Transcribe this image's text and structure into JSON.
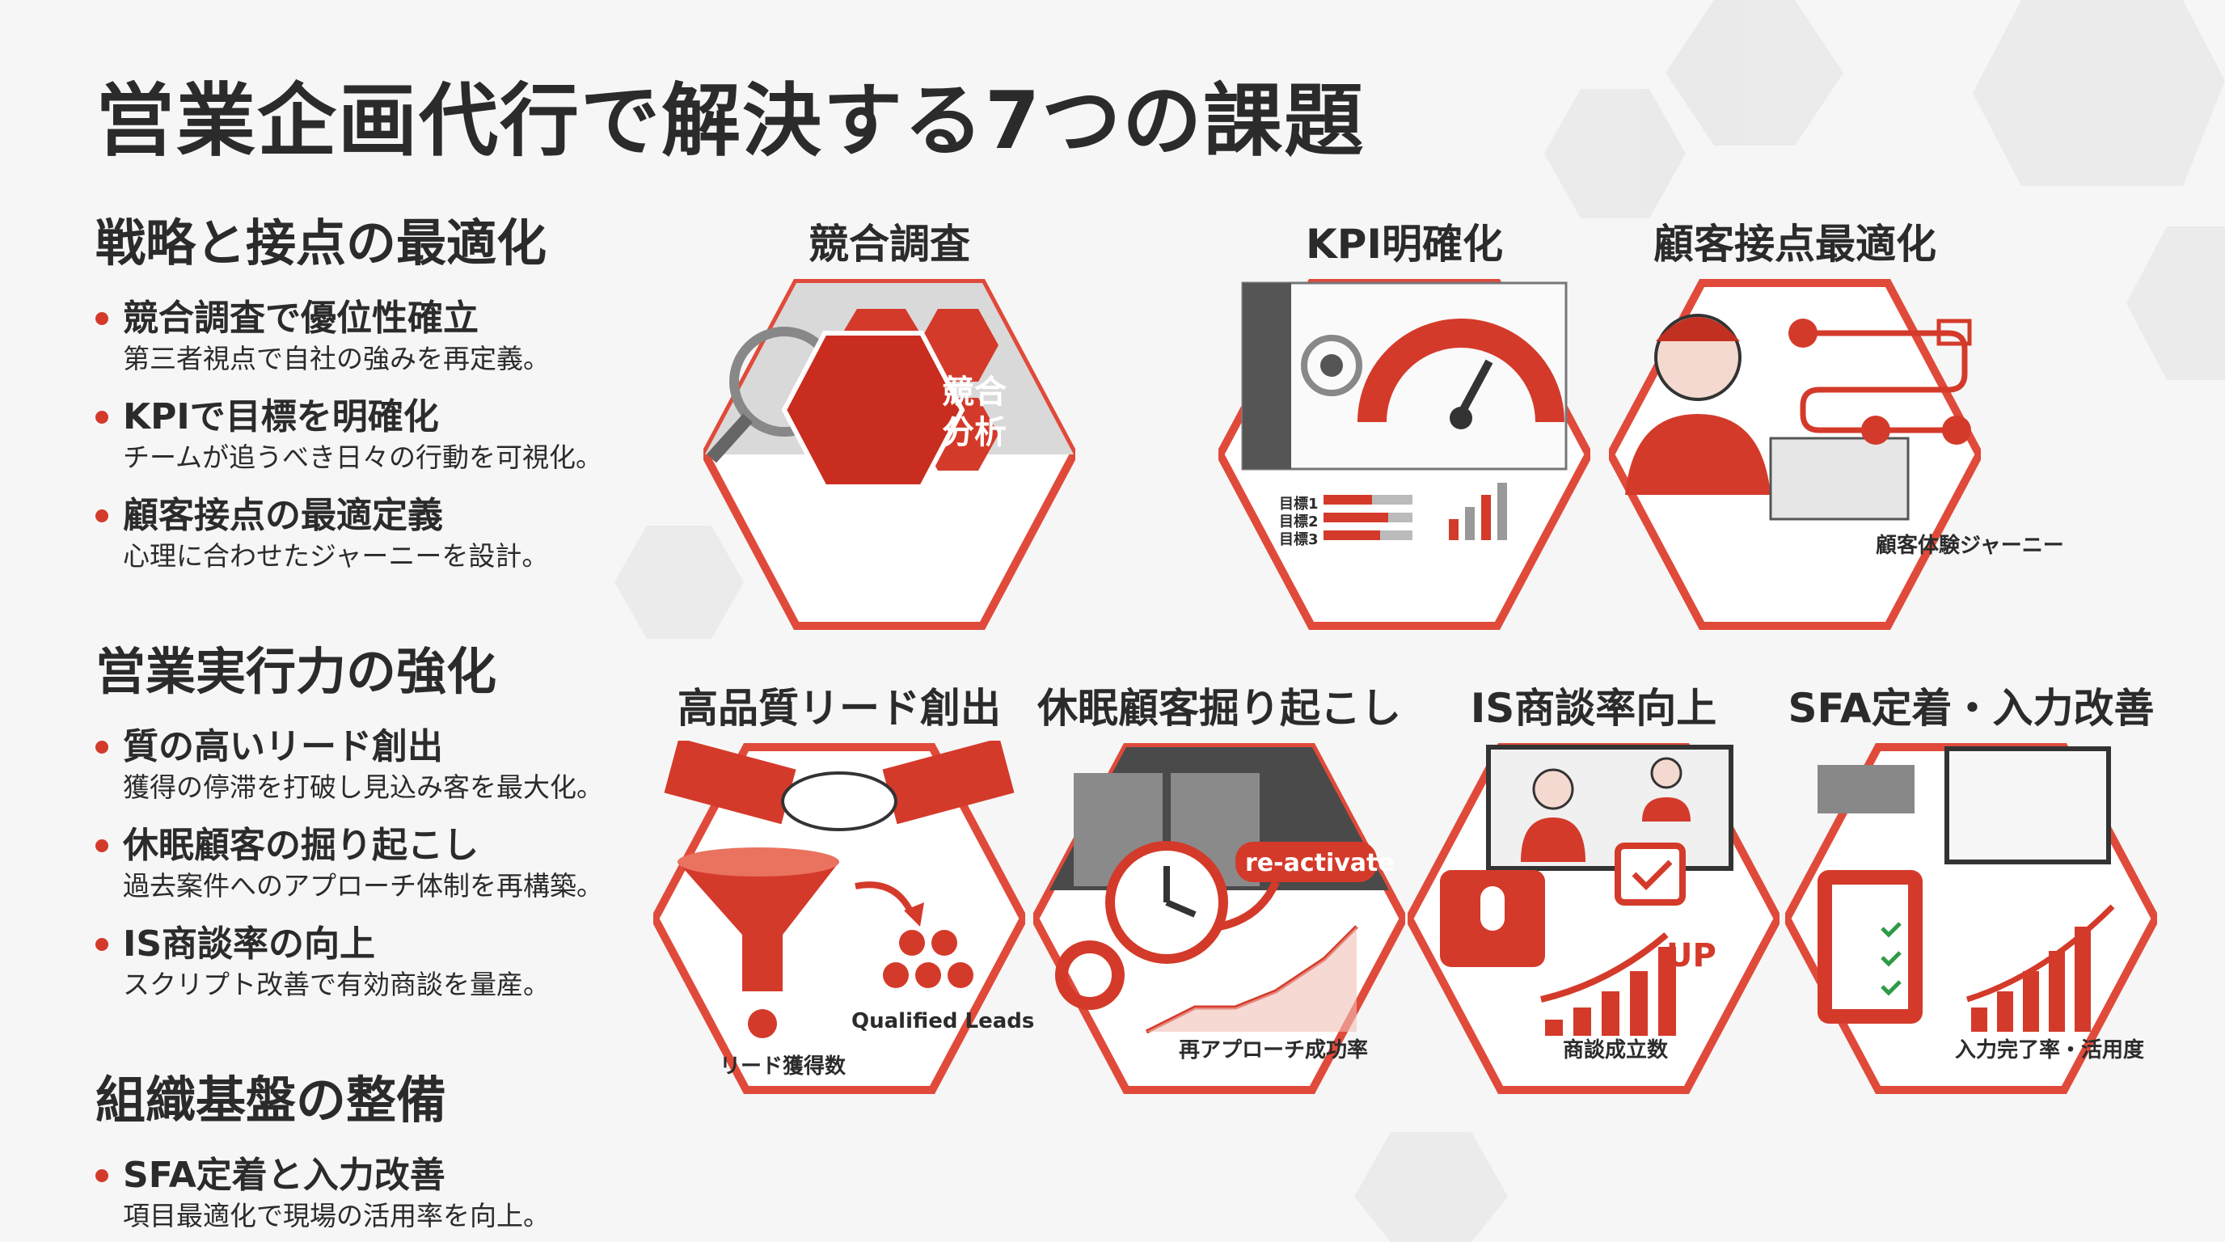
{
  "title": "営業企画代行で解決する7つの課題",
  "sections": [
    {
      "title": "戦略と接点の最適化",
      "items": [
        {
          "title": "競合調査で優位性確立",
          "desc": "第三者視点で自社の強みを再定義。"
        },
        {
          "title": "KPIで目標を明確化",
          "desc": "チームが追うべき日々の行動を可視化。"
        },
        {
          "title": "顧客接点の最適定義",
          "desc": "心理に合わせたジャーニーを設計。"
        }
      ]
    },
    {
      "title": "営業実行力の強化",
      "items": [
        {
          "title": "質の高いリード創出",
          "desc": "獲得の停滞を打破し見込み客を最大化。"
        },
        {
          "title": "休眠顧客の掘り起こし",
          "desc": "過去案件へのアプローチ体制を再構築。"
        },
        {
          "title": "IS商談率の向上",
          "desc": "スクリプト改善で有効商談を量産。"
        }
      ]
    },
    {
      "title": "組織基盤の整備",
      "items": [
        {
          "title": "SFA定着と入力改善",
          "desc": "項目最適化で現場の活用率を向上。"
        }
      ]
    }
  ],
  "cards": {
    "competitive": {
      "title": "競合調査",
      "hex_text_1": "競合",
      "hex_text_2": "分析"
    },
    "kpi": {
      "title": "KPI明確化",
      "goal1": "目標1",
      "goal2": "目標2",
      "goal3": "目標3"
    },
    "touchpoint": {
      "title": "顧客接点最適化",
      "label": "顧客体験ジャーニー"
    },
    "lead": {
      "title": "高品質リード創出",
      "label_leads": "リード獲得数",
      "label_qualified": "Qualified Leads"
    },
    "dormant": {
      "title": "休眠顧客掘り起こし",
      "badge": "re-activate",
      "label": "再アプローチ成功率"
    },
    "is": {
      "title": "IS商談率向上",
      "up": "UP",
      "label": "商談成立数"
    },
    "sfa": {
      "title": "SFA定着・入力改善",
      "label": "入力完了率・活用度"
    }
  },
  "colors": {
    "accent": "#d43a2a",
    "dark": "#2b2b2b",
    "background": "#f6f6f6"
  }
}
